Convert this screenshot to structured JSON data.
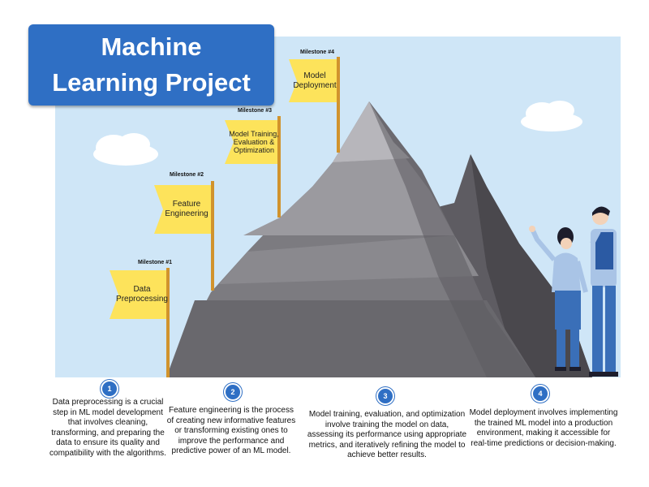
{
  "title": "Machine Learning Project",
  "colors": {
    "title_bg": "#2f6fc4",
    "sky": "#cfe6f7",
    "flag": "#fde35b",
    "pole": "#d1932d",
    "circle": "#2f6fc4"
  },
  "milestones": [
    {
      "tag": "Milestone #1",
      "flag_label": "Data Preprocessing",
      "number": "1",
      "description": "Data preprocessing is a crucial step in ML model development that involves cleaning, transforming, and preparing the data to ensure its quality and compatibility with the algorithms."
    },
    {
      "tag": "Milestone #2",
      "flag_label": "Feature Engineering",
      "number": "2",
      "description": "Feature engineering is the process of creating new informative features or transforming existing ones to improve the performance and predictive power of an ML model."
    },
    {
      "tag": "Milestone #3",
      "flag_label": "Model Training, Evaluation & Optimization",
      "number": "3",
      "description": "Model training, evaluation, and optimization involve training the model on data, assessing its performance using appropriate metrics, and iteratively refining the model to achieve better results."
    },
    {
      "tag": "Milestone #4",
      "flag_label": "Model Deployment",
      "number": "4",
      "description": "Model deployment involves implementing the trained ML model into a production environment, making it accessible for real-time predictions or decision-making."
    }
  ]
}
